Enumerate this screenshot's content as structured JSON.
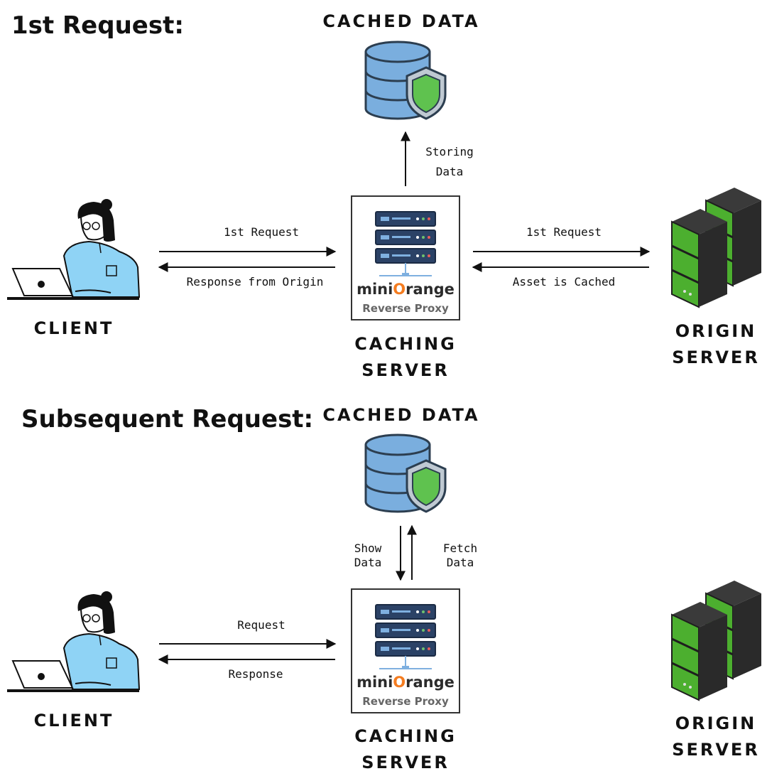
{
  "sections": [
    {
      "heading": "1st Request:",
      "cached_data_title": "CACHED DATA",
      "storing_line1": "Storing",
      "storing_line2": "Data",
      "client_label": "CLIENT",
      "client_to_proxy": "1st Request",
      "proxy_to_client": "Response from Origin",
      "proxy_to_origin": "1st Request",
      "origin_to_proxy": "Asset is Cached",
      "caching_line1": "CACHING",
      "caching_line2": "SERVER",
      "origin_line1": "ORIGIN",
      "origin_line2": "SERVER",
      "proxy_brand_a": "mini",
      "proxy_brand_b": "range",
      "proxy_sub": "Reverse Proxy"
    },
    {
      "heading": "Subsequent Request:",
      "cached_data_title": "CACHED DATA",
      "show_line1": "Show",
      "show_line2": "Data",
      "fetch_line1": "Fetch",
      "fetch_line2": "Data",
      "client_label": "CLIENT",
      "client_to_proxy": "Request",
      "proxy_to_client": "Response",
      "caching_line1": "CACHING",
      "caching_line2": "SERVER",
      "origin_line1": "ORIGIN",
      "origin_line2": "SERVER",
      "proxy_brand_a": "mini",
      "proxy_brand_b": "range",
      "proxy_sub": "Reverse Proxy"
    }
  ],
  "colors": {
    "db_blue": "#7aaede",
    "shield_green": "#5fc24f",
    "server_green": "#4caf2f",
    "person_shirt": "#8fd3f5",
    "brand_orange": "#f47c20"
  }
}
